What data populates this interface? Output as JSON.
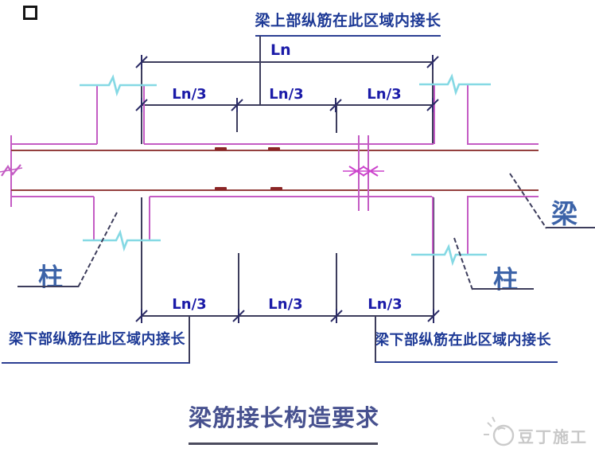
{
  "palette": {
    "beam_outline_magenta": "#c45cc4",
    "rebar_dark_red": "#94403e",
    "splice_mark_red": "#8b2626",
    "break_line_cyan": "#85d9e4",
    "dimension_line": "#3d3d5c",
    "dimension_text_blue": "#1b1ba8",
    "note_text_navy": "#1e3a96",
    "label_text_blue": "#3c63a8",
    "title_text_blue": "#47518f",
    "watermark_gray": "#c8c8c8"
  },
  "notes": {
    "top": "梁上部纵筋在此区域内接长",
    "bottom_left": "梁下部纵筋在此区域内接长",
    "bottom_right": "梁下部纵筋在此区域内接长"
  },
  "dimensions": {
    "ln": "Ln",
    "ln3_top": [
      "Ln/3",
      "Ln/3",
      "Ln/3"
    ],
    "ln3_bottom": [
      "Ln/3",
      "Ln/3",
      "Ln/3"
    ]
  },
  "labels": {
    "beam": "梁",
    "column_left": "柱",
    "column_right": "柱"
  },
  "title": "梁筋接长构造要求",
  "watermark": "豆丁施工"
}
